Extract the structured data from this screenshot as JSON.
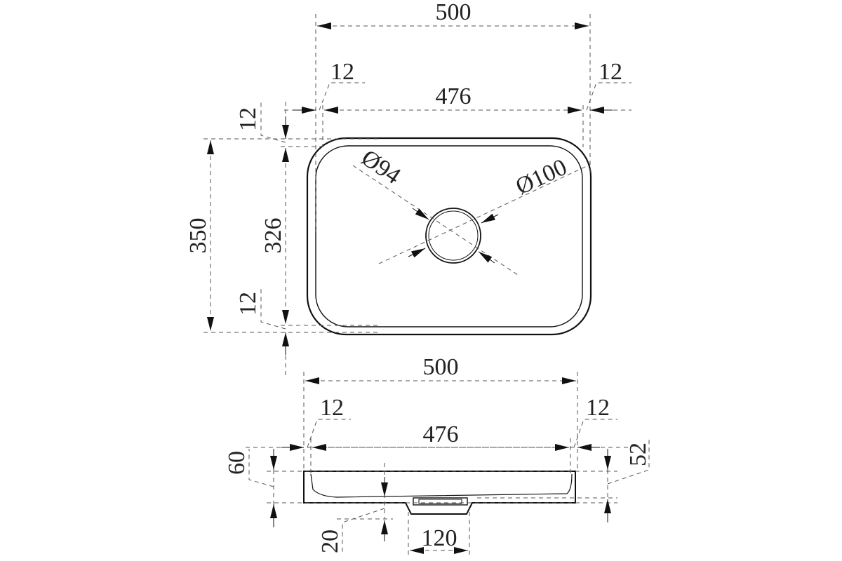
{
  "drawing": {
    "top_view": {
      "overall_width": "500",
      "left_rim": "12",
      "right_rim": "12",
      "inner_width": "476",
      "top_rim": "12",
      "overall_depth": "350",
      "inner_depth": "326",
      "bottom_rim": "12",
      "drain_outer_diameter": "Ø94",
      "drain_diameter": "Ø100"
    },
    "side_view": {
      "overall_width": "500",
      "left_rim": "12",
      "right_rim": "12",
      "inner_width": "476",
      "overall_height": "60",
      "inner_height": "52",
      "drain_depth": "20",
      "drain_width": "120"
    }
  },
  "colors": {
    "line": "#111111",
    "dimension": "#555555",
    "text": "#222222"
  }
}
